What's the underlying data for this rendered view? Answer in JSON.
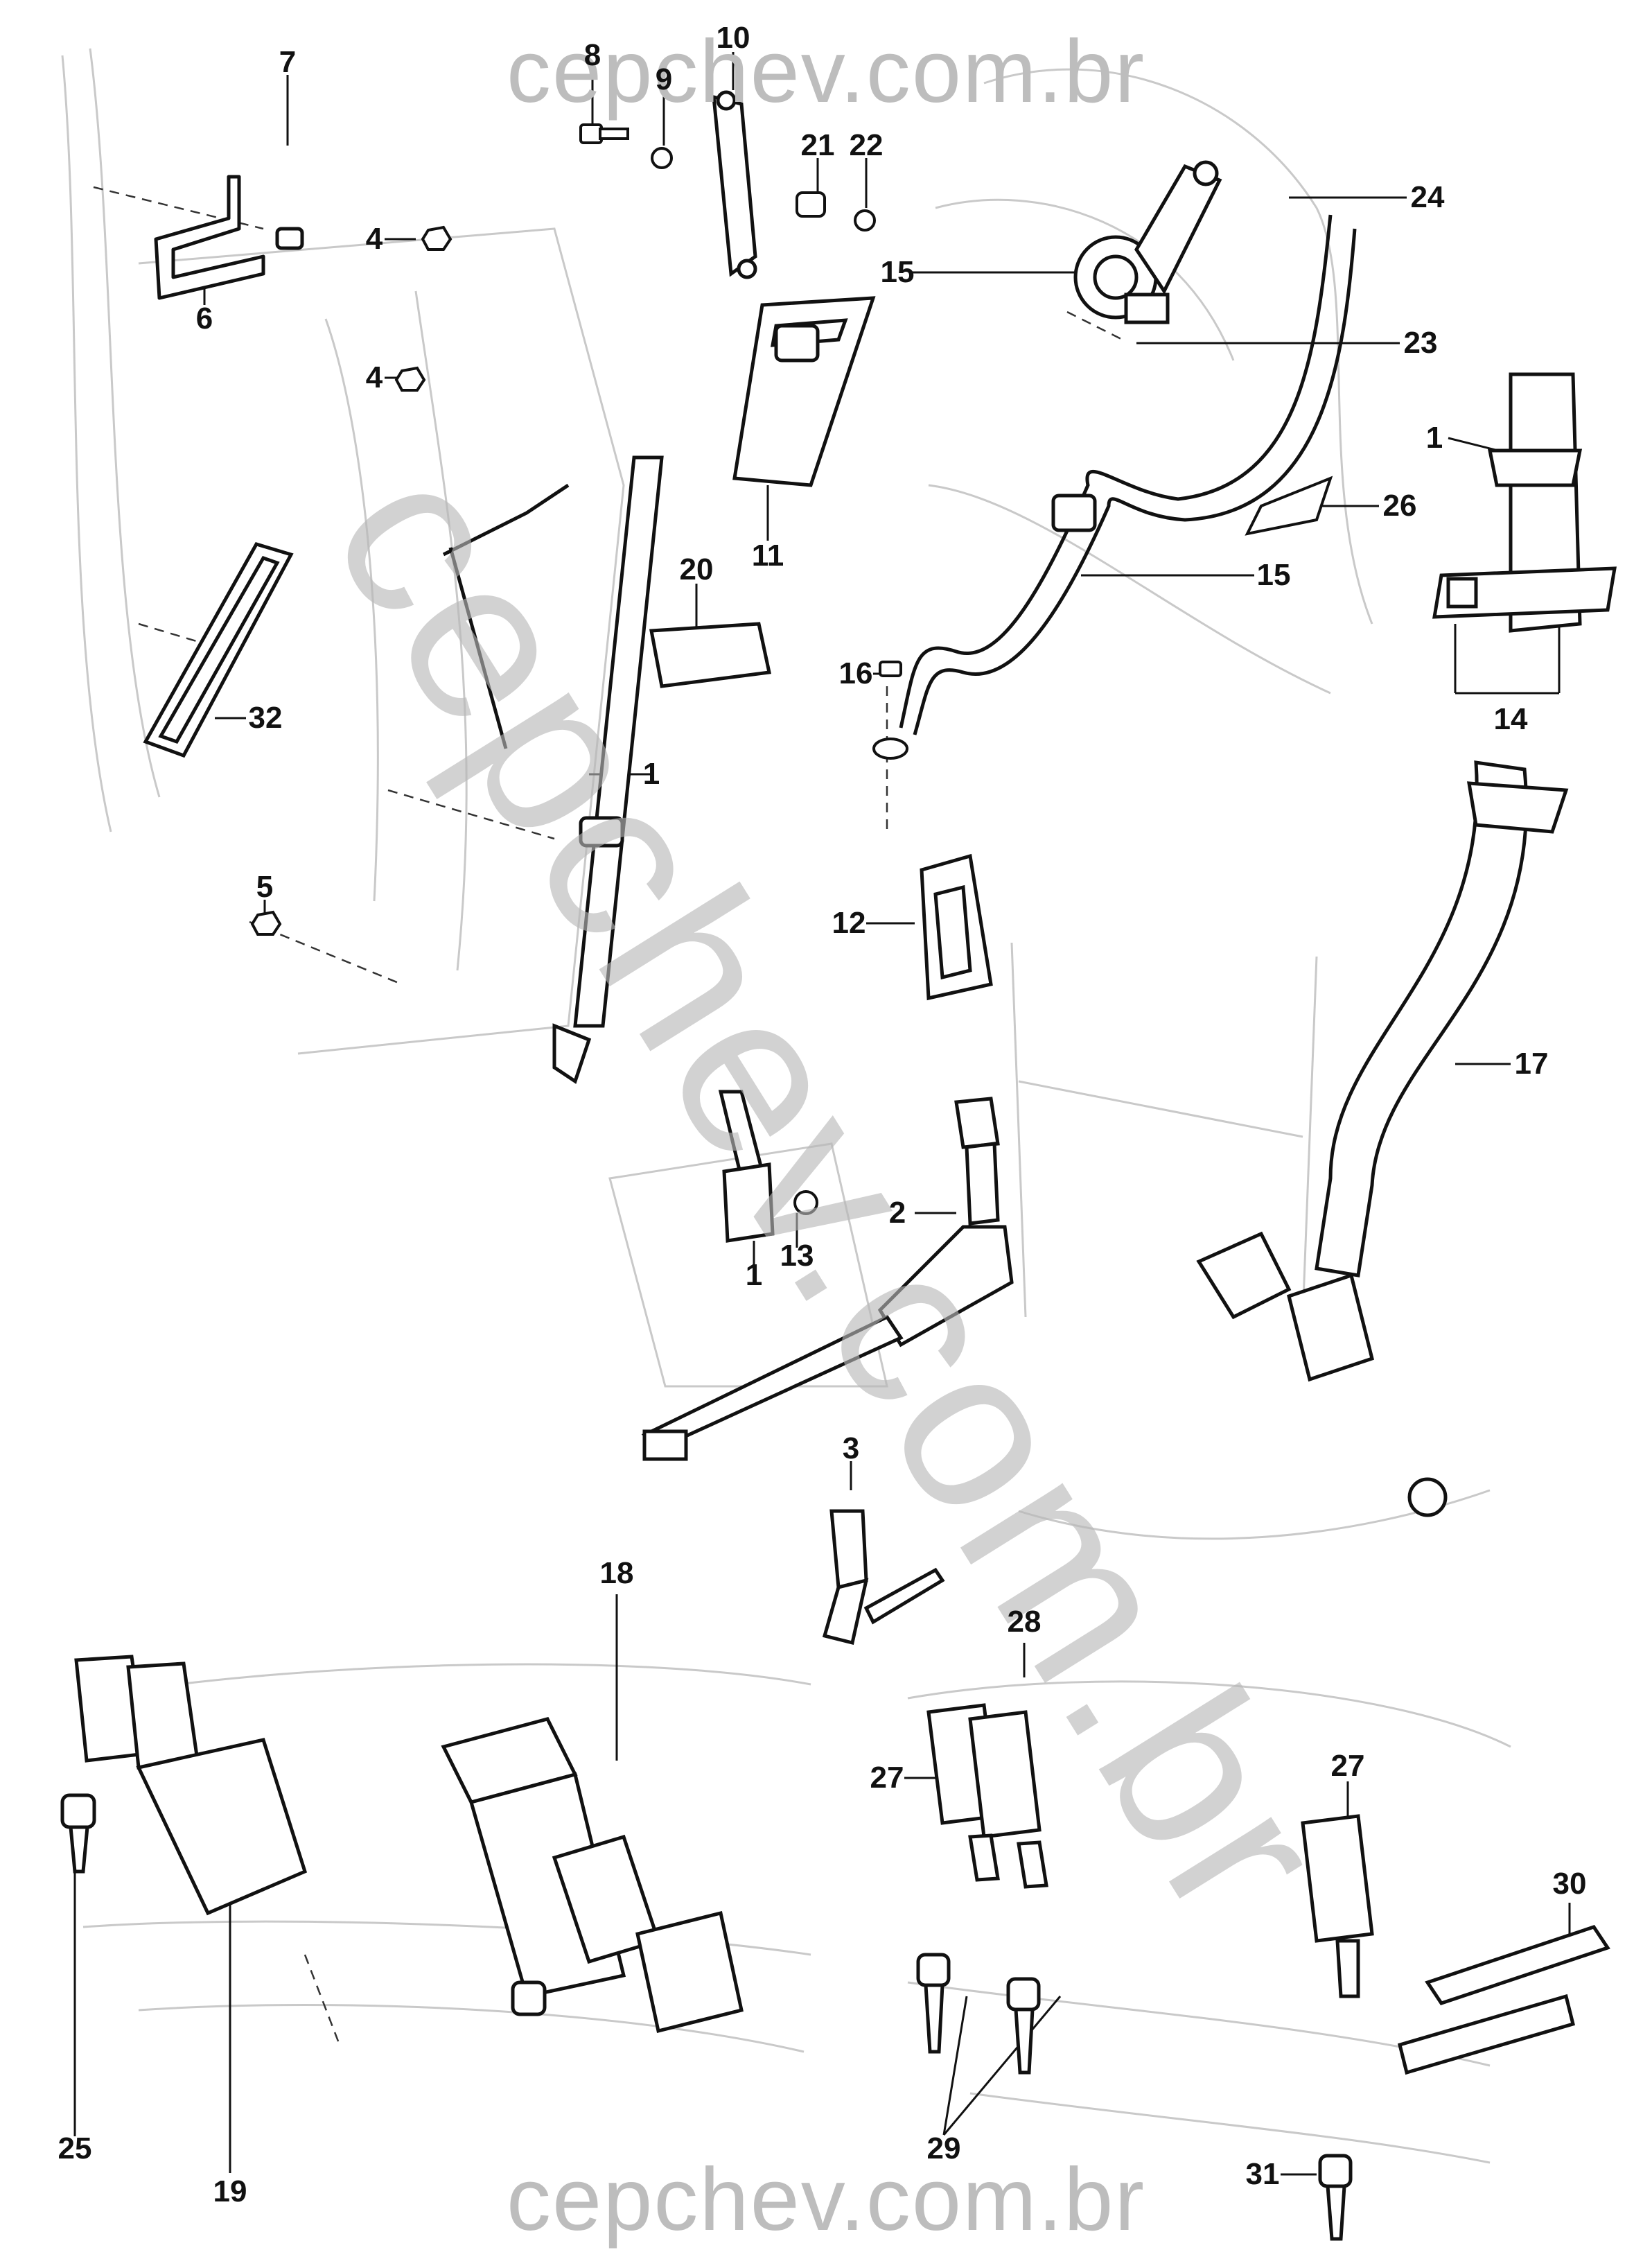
{
  "watermarks": {
    "top": "cepchev.com.br",
    "diagonal": "cepchev.com.br",
    "bottom": "cepchev.com.br"
  },
  "callouts": [
    {
      "id": "c1a",
      "text": "1"
    },
    {
      "id": "c1b",
      "text": "1"
    },
    {
      "id": "c1c",
      "text": "1"
    },
    {
      "id": "c2",
      "text": "2"
    },
    {
      "id": "c3",
      "text": "3"
    },
    {
      "id": "c4a",
      "text": "4"
    },
    {
      "id": "c4b",
      "text": "4"
    },
    {
      "id": "c5",
      "text": "5"
    },
    {
      "id": "c6",
      "text": "6"
    },
    {
      "id": "c7",
      "text": "7"
    },
    {
      "id": "c8",
      "text": "8"
    },
    {
      "id": "c9",
      "text": "9"
    },
    {
      "id": "c10",
      "text": "10"
    },
    {
      "id": "c11",
      "text": "11"
    },
    {
      "id": "c12",
      "text": "12"
    },
    {
      "id": "c13",
      "text": "13"
    },
    {
      "id": "c14",
      "text": "14"
    },
    {
      "id": "c15a",
      "text": "15"
    },
    {
      "id": "c15b",
      "text": "15"
    },
    {
      "id": "c16",
      "text": "16"
    },
    {
      "id": "c17",
      "text": "17"
    },
    {
      "id": "c18",
      "text": "18"
    },
    {
      "id": "c19",
      "text": "19"
    },
    {
      "id": "c20",
      "text": "20"
    },
    {
      "id": "c21",
      "text": "21"
    },
    {
      "id": "c22",
      "text": "22"
    },
    {
      "id": "c23",
      "text": "23"
    },
    {
      "id": "c24",
      "text": "24"
    },
    {
      "id": "c25",
      "text": "25"
    },
    {
      "id": "c26",
      "text": "26"
    },
    {
      "id": "c27a",
      "text": "27"
    },
    {
      "id": "c27b",
      "text": "27"
    },
    {
      "id": "c28",
      "text": "28"
    },
    {
      "id": "c29",
      "text": "29"
    },
    {
      "id": "c30",
      "text": "30"
    },
    {
      "id": "c31",
      "text": "31"
    },
    {
      "id": "c32",
      "text": "32"
    }
  ]
}
